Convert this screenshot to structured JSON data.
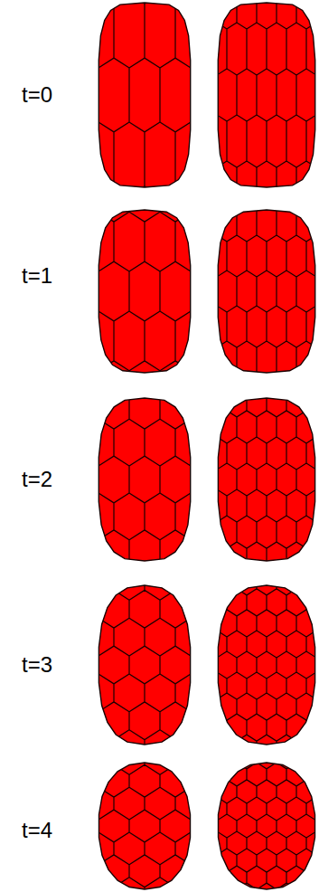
{
  "diagram": {
    "labels": [
      "t=0",
      "t=1",
      "t=2",
      "t=3",
      "t=4"
    ]
  }
}
